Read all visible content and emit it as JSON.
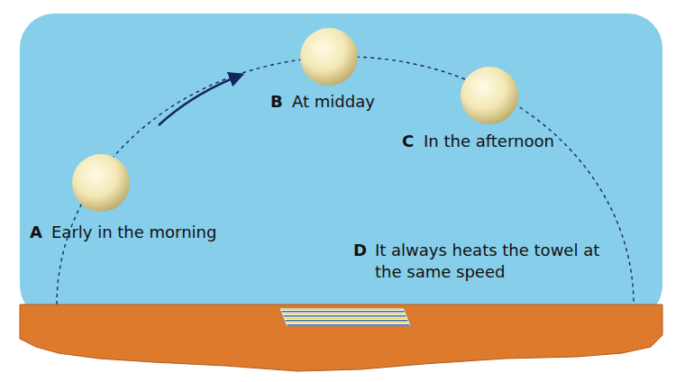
{
  "diagram": {
    "labels": [
      "A",
      "Early in the morning",
      "B",
      "At midday",
      "C",
      "In the afternoon",
      "D",
      "It always heats the towel at the same speed"
    ]
  }
}
